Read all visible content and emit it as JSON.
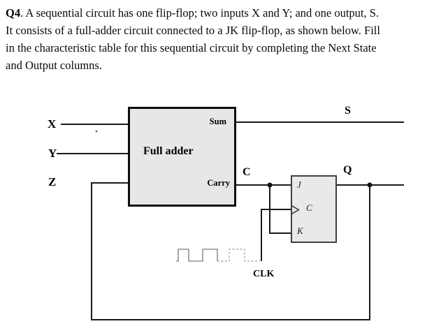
{
  "question": {
    "label": "Q4",
    "lines": [
      ". A sequential circuit has one flip-flop; two inputs X and Y; and one output, S.",
      "It consists of a full-adder circuit connected to a JK flip-flop, as shown below. Fill",
      "in the characteristic table for this sequential circuit by completing the Next State",
      "and Output columns."
    ]
  },
  "diagram": {
    "inputs": {
      "x": "X",
      "y": "Y",
      "z": "Z"
    },
    "full_adder": {
      "title": "Full adder",
      "sum_port": "Sum",
      "carry_port": "Carry"
    },
    "jk_flip_flop": {
      "j_pin": "J",
      "clock_pin": "C",
      "k_pin": "K"
    },
    "signals": {
      "sum_out": "S",
      "carry": "C",
      "q_out": "Q",
      "clock": "CLK"
    },
    "colors": {
      "box_fill": "#e7e7e7",
      "full_adder_border": "#0d0d0d",
      "flip_flop_border": "#3f3f3f",
      "wire": "#1a1a1a",
      "waveform_solid": "#7a7a7a",
      "waveform_dashed": "#9e9e9e"
    }
  }
}
